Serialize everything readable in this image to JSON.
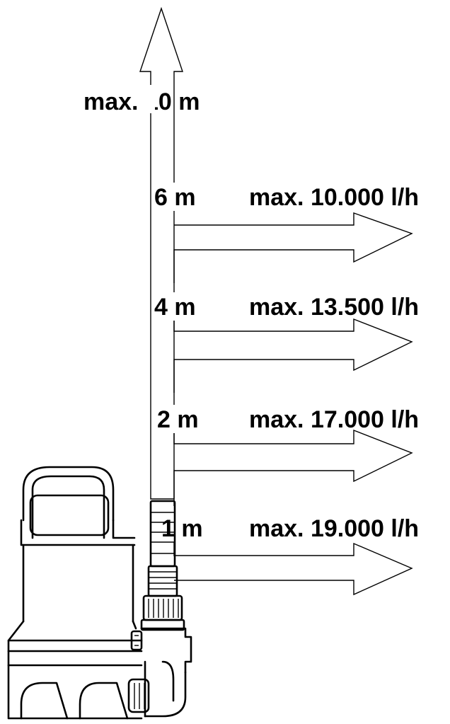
{
  "diagram": {
    "max_height_label": "max. 10 m",
    "levels": [
      {
        "height": "6 m",
        "flow": "max. 10.000 l/h"
      },
      {
        "height": "4 m",
        "flow": "max. 13.500 l/h"
      },
      {
        "height": "2 m",
        "flow": "max. 17.000 l/h"
      },
      {
        "height": "1 m",
        "flow": "max. 19.000 l/h"
      }
    ]
  }
}
